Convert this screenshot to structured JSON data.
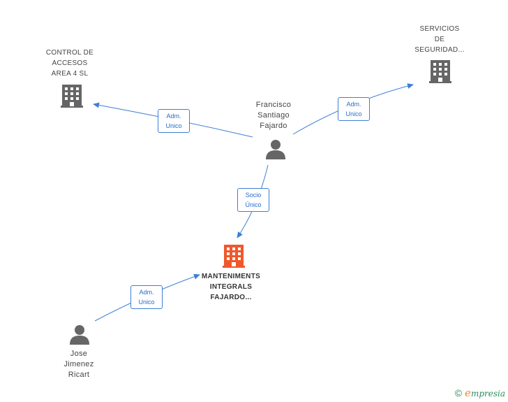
{
  "nodes": {
    "control": {
      "lines": [
        "CONTROL DE",
        "ACCESOS",
        "AREA 4 SL"
      ]
    },
    "servicios": {
      "lines": [
        "SERVICIOS",
        "DE",
        "SEGURIDAD..."
      ]
    },
    "francisco": {
      "lines": [
        "Francisco",
        "Santiago",
        "Fajardo"
      ]
    },
    "manteniments": {
      "lines": [
        "MANTENIMENTS",
        "INTEGRALS",
        "FAJARDO..."
      ]
    },
    "jose": {
      "lines": [
        "Jose",
        "Jimenez",
        "Ricart"
      ]
    }
  },
  "edges": {
    "francisco_control": [
      "Adm.",
      "Unico"
    ],
    "francisco_servicios": [
      "Adm.",
      "Unico"
    ],
    "francisco_manteniments": [
      "Socio",
      "Único"
    ],
    "jose_manteniments": [
      "Adm.",
      "Unico"
    ]
  },
  "colors": {
    "edge": "#3d7fd6",
    "building": "#666666",
    "main_building": "#f0582b",
    "person": "#666666"
  },
  "footer": {
    "copyright": "©",
    "brand_initial": "e",
    "brand_rest": "mpresia"
  }
}
